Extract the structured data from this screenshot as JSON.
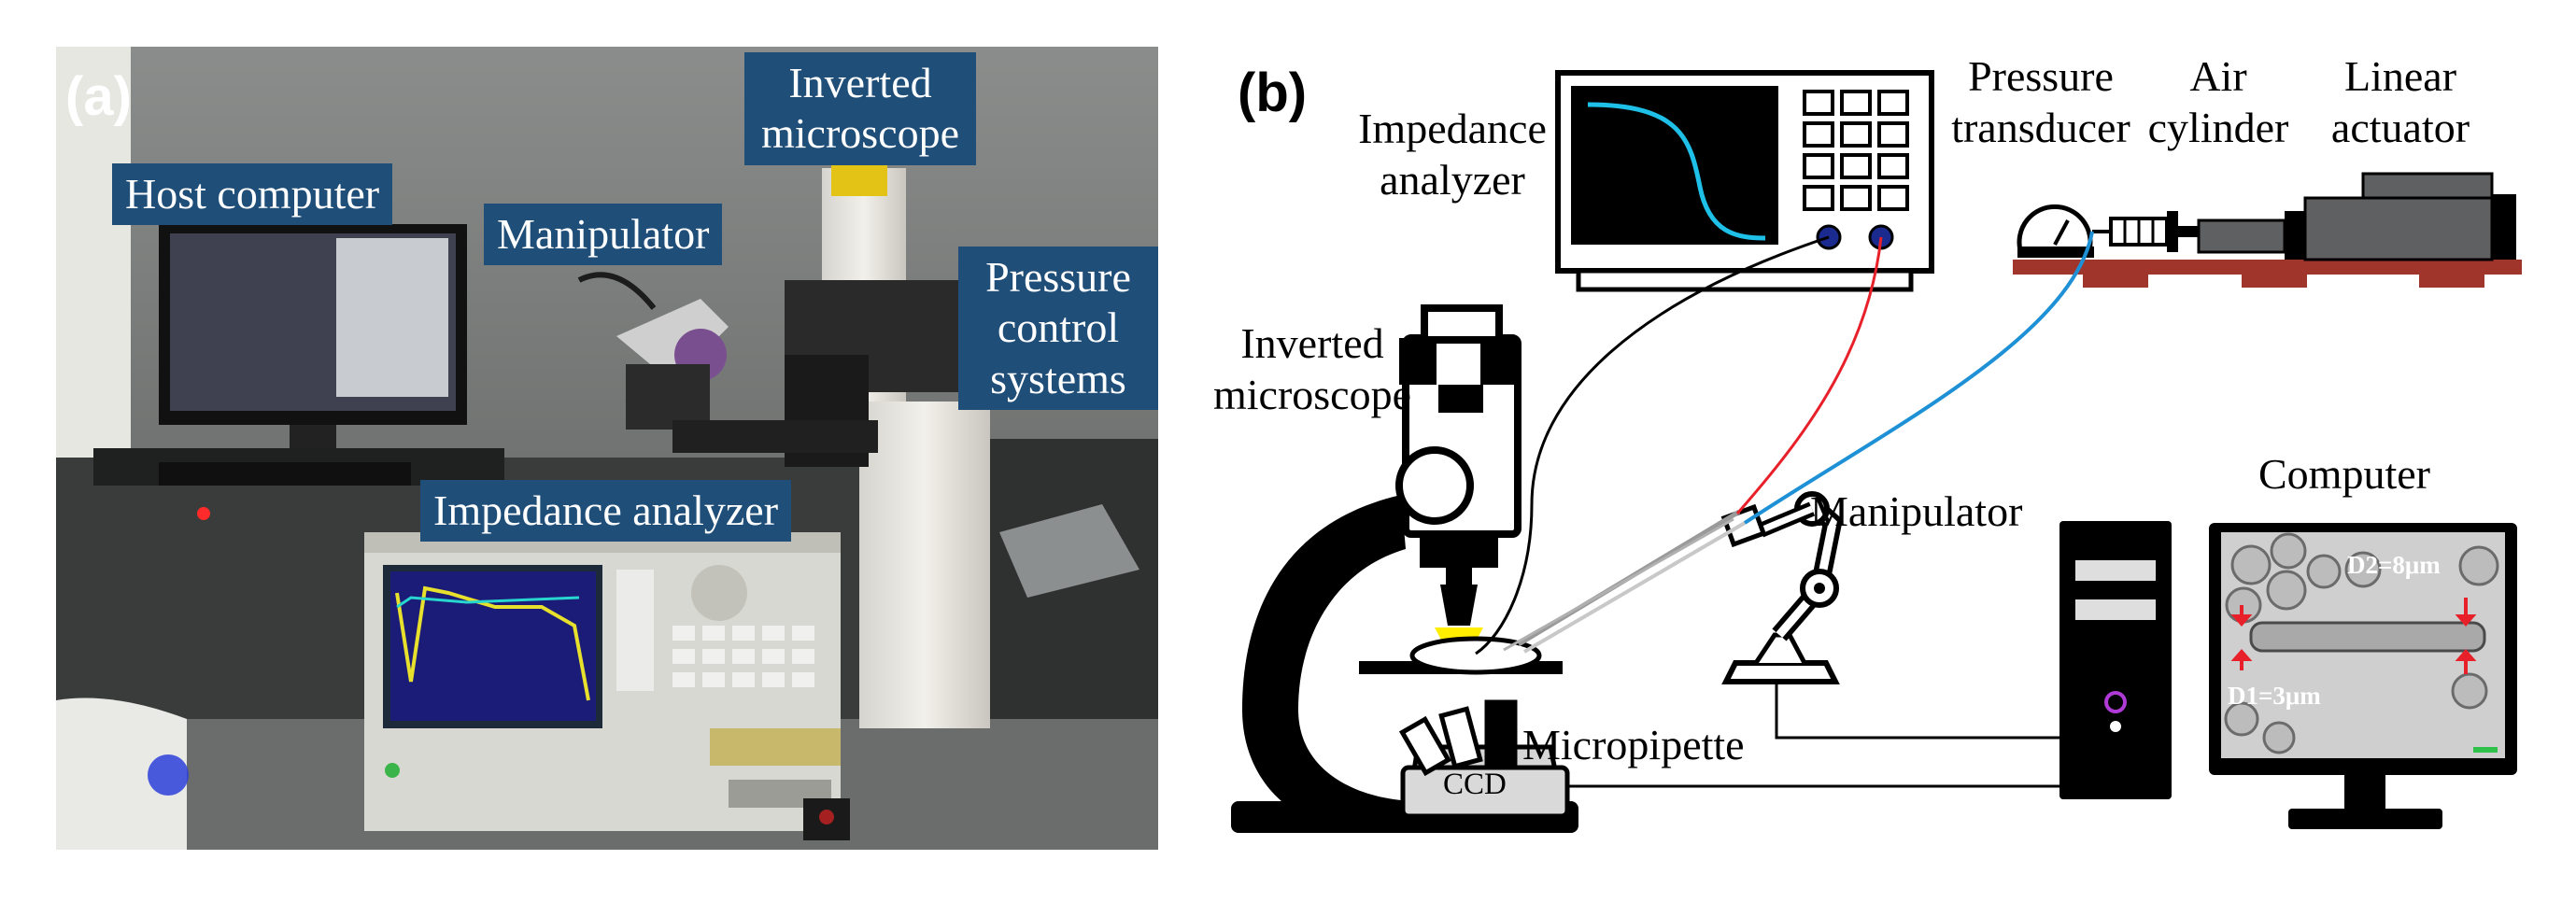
{
  "panel_a": {
    "letter": "(a)",
    "labels": {
      "host_computer": "Host computer",
      "manipulator": "Manipulator",
      "inverted_microscope": [
        "Inverted",
        "microscope"
      ],
      "pressure_control": [
        "Pressure",
        "control",
        "systems"
      ],
      "impedance_analyzer": "Impedance analyzer"
    }
  },
  "panel_b": {
    "letter": "(b)",
    "labels": {
      "impedance_analyzer": [
        "Impedance",
        "analyzer"
      ],
      "pressure_transducer": [
        "Pressure",
        "transducer"
      ],
      "air_cylinder": [
        "Air",
        "cylinder"
      ],
      "linear_actuator": [
        "Linear",
        "actuator"
      ],
      "inverted_microscope": [
        "Inverted",
        "microscope"
      ],
      "manipulator": "Manipulator",
      "computer": "Computer",
      "micropipette": "Micropipette",
      "ccd": "CCD",
      "d2": "D2=8μm",
      "d1": "D1=3μm"
    }
  },
  "colors": {
    "label_bg": "#1f4e79",
    "wire_black": "#000000",
    "wire_red": "#e8202a",
    "wire_blue": "#1e90d6",
    "platform": "#a0352c",
    "beam": "#ffee00",
    "impedance_curve": "#1ec0e8"
  }
}
